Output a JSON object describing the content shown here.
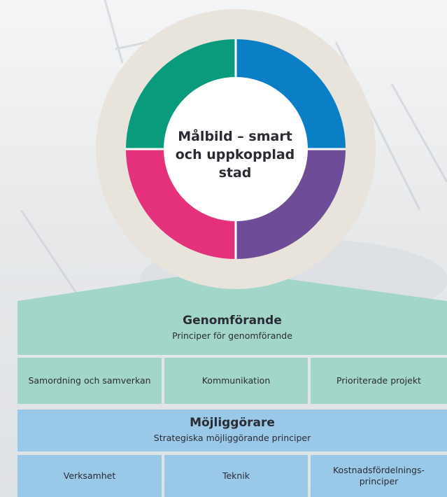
{
  "target": {
    "title": "Målbild – smart och uppkopplad stad",
    "title_lines": [
      "Målbild – smart",
      "och uppkopplad",
      "stad"
    ]
  },
  "colors": {
    "top_left": "#0a9a7c",
    "top_right": "#0b7fc6",
    "bottom_right": "#6e4c97",
    "bottom_left": "#e5307b",
    "ring": "#e8e4dc",
    "teal_band": "#a3d6ca",
    "blue_band": "#9ac8e9"
  },
  "genomforande": {
    "title": "Genomförande",
    "subtitle": "Principer för genomförande",
    "items": [
      "Samordning och samverkan",
      "Kommunikation",
      "Prioriterade projekt"
    ]
  },
  "mojliggorare": {
    "title": "Möjliggörare",
    "subtitle": "Strategiska möjliggörande principer",
    "items": [
      "Verksamhet",
      "Teknik",
      "Kostnadsfördelnings-principer"
    ]
  }
}
